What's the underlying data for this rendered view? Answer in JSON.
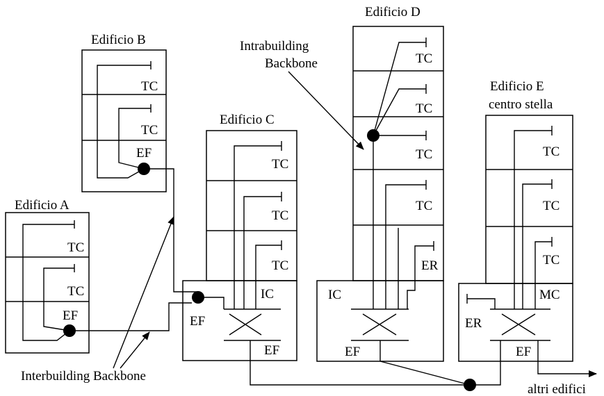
{
  "buildings": {
    "A": {
      "title": "Edificio  A",
      "tc1": "TC",
      "tc2": "TC",
      "ef": "EF"
    },
    "B": {
      "title": "Edificio  B",
      "tc1": "TC",
      "tc2": "TC",
      "ef": "EF"
    },
    "C": {
      "title": "Edificio  C",
      "tc1": "TC",
      "tc2": "TC",
      "tc3": "TC",
      "ic": "IC",
      "ef_left": "EF",
      "ef_bottom": "EF"
    },
    "D": {
      "title": "Edificio  D",
      "tc1": "TC",
      "tc2": "TC",
      "tc3": "TC",
      "tc4": "TC",
      "er": "ER",
      "ic": "IC",
      "ef": "EF"
    },
    "E": {
      "title_line1": "Edificio  E",
      "title_line2": "centro stella",
      "tc1": "TC",
      "tc2": "TC",
      "tc3": "TC",
      "mc": "MC",
      "er": "ER",
      "ef": "EF"
    }
  },
  "annotations": {
    "intrabuilding_line1": "Intrabuilding",
    "intrabuilding_line2": "Backbone",
    "interbuilding": "Interbuilding Backbone",
    "altri_edifici": "altri edifici"
  }
}
